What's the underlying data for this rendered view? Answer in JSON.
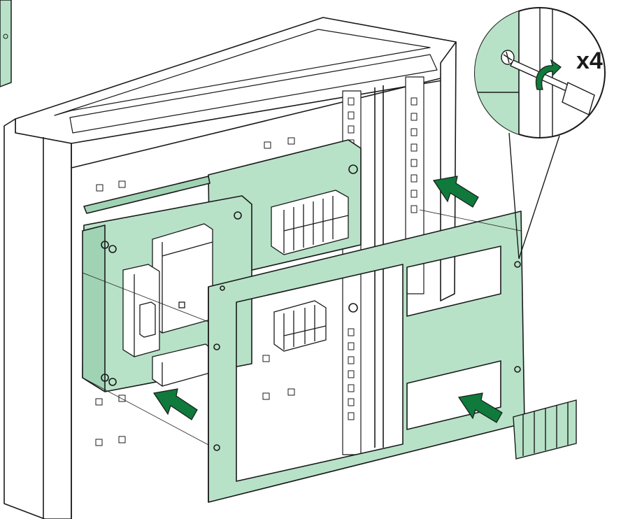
{
  "callout": {
    "quantity_label": "x4",
    "tool": "screwdriver-icon",
    "rotation": "clockwise-arrow-icon"
  },
  "colors": {
    "panel_fill": "#b7e2c8",
    "panel_shade": "#9fd3b4",
    "arrow_green": "#0f7a3b",
    "line": "#1a1a1a",
    "enclosure": "#ffffff",
    "device_fill": "#ffffff"
  },
  "arrows": [
    {
      "name": "insert-arrow-upper-right",
      "direction": "towards-enclosure"
    },
    {
      "name": "insert-arrow-lower-left",
      "direction": "towards-enclosure"
    },
    {
      "name": "insert-arrow-blank-plate",
      "direction": "towards-front-plate"
    }
  ]
}
